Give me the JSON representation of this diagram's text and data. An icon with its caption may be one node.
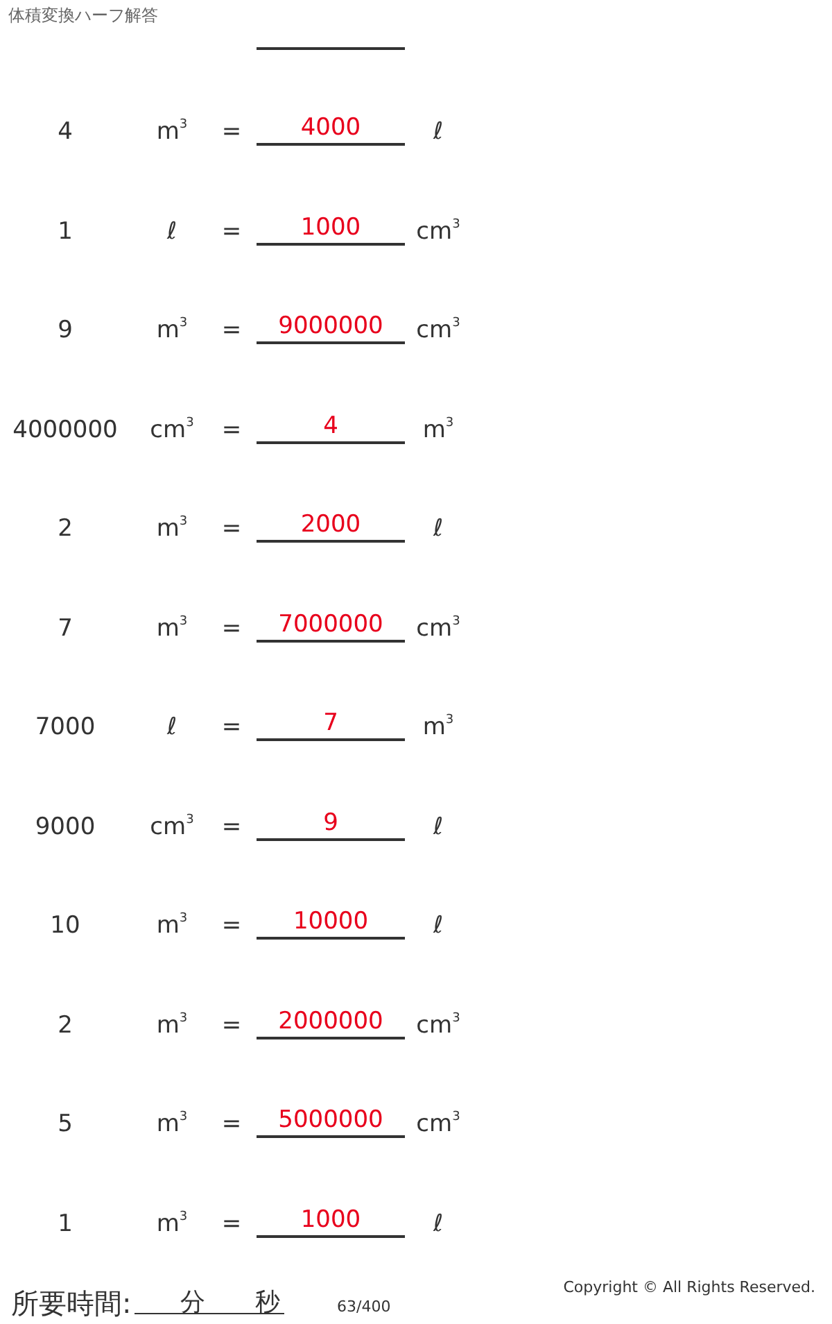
{
  "diagram": {
    "title": "体積変換ハーフ解答",
    "labels": [
      "4",
      "m$^{3}$",
      "=",
      "4000",
      "ℓ",
      "1",
      "ℓ",
      "=",
      "1000",
      "cm$^{3}$",
      "9",
      "m$^{3}$",
      "=",
      "9000000",
      "cm$^{3}$",
      "4000000",
      "cm$^{3}$",
      "=",
      "4",
      "m$^{3}$",
      "2",
      "m$^{3}$",
      "=",
      "2000",
      "ℓ",
      "7",
      "m$^{3}$",
      "=",
      "7000000",
      "cm$^{3}$",
      "7000",
      "ℓ",
      "=",
      "7",
      "m$^{3}$",
      "9000",
      "cm$^{3}$",
      "=",
      "9",
      "ℓ",
      "10",
      "m$^{3}$",
      "=",
      "10000",
      "ℓ",
      "2",
      "m$^{3}$",
      "=",
      "2000000",
      "cm$^{3}$",
      "5",
      "m$^{3}$",
      "=",
      "5000000",
      "cm$^{3}$",
      "1",
      "m$^{3}$",
      "=",
      "1000",
      "ℓ",
      "所要時間:",
      "分",
      "秒",
      "63/400",
      "Copyright © All Rights Reserved."
    ]
  }
}
